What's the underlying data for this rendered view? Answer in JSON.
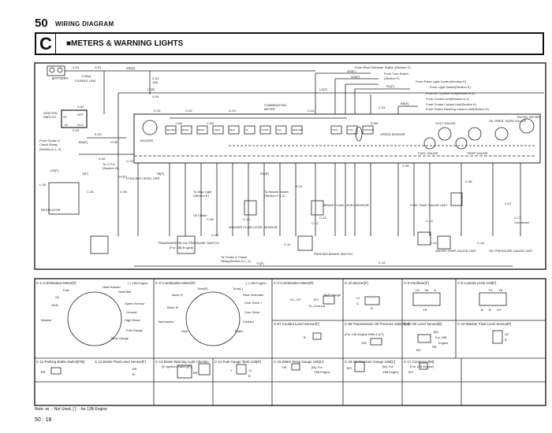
{
  "header": {
    "page_num": "50",
    "title": "WIRING DIAGRAM",
    "section_letter": "C",
    "section_title": "■METERS & WARNING LIGHTS"
  },
  "diagram": {
    "battery": "BATTERY",
    "x01": "X-01",
    "x01b": "X-01",
    "fusible": "1.25sq",
    "fusible2": "FUSIBLE LINK",
    "wr": "WR[F]",
    "x03": "X-03",
    "fuse15": "15A",
    "ly": "LY[F]",
    "x04": "X-04",
    "ignition": "IGNITION",
    "switch": "SWITCH",
    "x02": "X-02",
    "x02b": "X-02",
    "off": "OFF",
    "st": "ST",
    "ig": "IG",
    "acc": "ACC",
    "from_choke": "From Choke &",
    "check_relay": "Check Relay",
    "section_a": "[Section A-1, 2]",
    "k03": "K-03",
    "bw": "BW[F]",
    "gy": "GY[F]",
    "lr": "LR[F]",
    "x06": "X-06",
    "to_cpu": "To C.P.U.",
    "section_h": "(Section H)",
    "gf": "G[F]",
    "gyf": "GY[F]",
    "l06": "L-06",
    "c06": "C-06",
    "regulator": "REGULATOR",
    "c04": "C-04",
    "c01": "C-01",
    "c02": "C-02",
    "c03": "C-03",
    "c52": "C-52",
    "c51": "C-51",
    "combination": "COMBINATION",
    "meter": "METER",
    "buzzer": "BUZZER",
    "w14a": "1.4W",
    "w14b": "1.4W",
    "w34": "3.4W",
    "lamps": [
      "SEAT BELT",
      "BRAKE",
      "BRAKE",
      "CHECK",
      "BEAM",
      "OIL",
      "HAZARD",
      "FUEL",
      "REAR DEF",
      "TURN",
      "TURN",
      "HIGH BEAM"
    ],
    "lg": "LG[F]",
    "gr": "GR[F]",
    "gd": "GO[F]",
    "rl": "RL[F]",
    "br": "BR[F]",
    "from_rear_def": "From Rear Defroster Switch (Section D)",
    "from_turn": "From Turn Switch",
    "section_f": "(Section F)",
    "from_panel": "From Panel Light Control(Section E)",
    "from_light": "From Light Switch(Section E)",
    "from_at": "From A/T Control Unit(Section A-1)",
    "from_control": "From Control Unit(Section A-1)",
    "from_cruise": "From Cruise Control Unit(Section K)",
    "from_power": "From Power Steering Control Unit(Section K)",
    "speed_sensor": "SPEED SENSOR",
    "fuel_gauge": "FUEL GAUGE",
    "volt_gauge": "VOLT GAUGE",
    "temp_gauge": "TEMP GAUGE",
    "oil_gauge": "OIL PRES- SURE GAUGE",
    "tacho": "TACHO- METER",
    "coolant_level": "COOLANT LEVEL UNIT",
    "c05": "C-05",
    "c06b": "C-06",
    "c08": "C-08",
    "c13": "C-13",
    "c09": "C-09",
    "to_stop": "To Stop Light",
    "section_e": "(Section E)",
    "to_hazard": "To Hazard Switch",
    "section_f12": "(Section F-1,2)",
    "oil_choke": "Oil Choke",
    "trans_oil": "TRANSMISSION OIL PRESSURE SWITCH",
    "for13b": "(For 13B Engine)",
    "washer_fluid": "WASHER FLUID LEVEL SENSOR",
    "c10": "C-10",
    "c12": "C-12",
    "brake_fluid": "BRAKE FLUID LEVEL SENSOR",
    "parking": "PARKING BRAKE SWITCH",
    "c11": "C-11",
    "x12": "X-12",
    "x14": "X-14",
    "x05": "X-05",
    "x08": "X-08",
    "fuel_tank": "FUEL TANK GAUGE UNIT",
    "water_temp": "WATER TEMP GAUGE UNIT",
    "oil_unit": "OIL PRESSURE GAUGE UNIT",
    "c14": "C-14",
    "c15": "C-15",
    "c16": "C-16",
    "c17": "C-17",
    "condenser": "Condenser",
    "x07": "X-07",
    "to_choke": "To Choke & Check",
    "relay_section": "Relay(Section A-1, 2)",
    "yl": "YL[F]",
    "yb": "YB[F]",
    "rw": "RW[F]"
  },
  "connectors": [
    {
      "title": "C-1 Combination Meter[F]",
      "note": "( ) 13B Engine",
      "labels": [
        "Fuel",
        "Heat Hazard",
        "Seat Belt",
        "Oil",
        "GEN",
        "Speed Sensor",
        "Ground",
        "Washer",
        "High Beam",
        "Fuel Gauge",
        "Temp Gauge"
      ]
    },
    {
      "title": "C-2 Combination Meter[F]",
      "note": "( ) 13B Engine",
      "labels": [
        "Turn(R)",
        "Turn(L)",
        "Illumi ⊖",
        "Rear Defroster",
        "Over Drive +",
        "Illumi ⊕",
        "Over Drive -",
        "Tachometer",
        "Coolant",
        "Stop",
        "Brake"
      ]
    },
    {
      "title": "C-3 Combination Meter[F]",
      "labels": [
        "IG—GY",
        "B/Y",
        "Oil-P Gauge",
        "B—Ground"
      ]
    },
    {
      "title": "C-4A Buzzer[F]",
      "labels": [
        "LY",
        "G",
        "B"
      ]
    },
    {
      "title": "C-5 Oscillator[F]",
      "labels": [
        "LR",
        "YB",
        "G",
        "YR"
      ]
    },
    {
      "title": "C-6 Coolant Level Unit[F]",
      "labels": [
        "PL",
        "YB",
        "B",
        "B",
        "GY"
      ]
    },
    {
      "title": "C-07 Coolant Level Sensor[F]",
      "labels": [
        "B"
      ]
    },
    {
      "title": "C-08 Transmission Oil Pressure Switch[M]",
      "sub": "(For 13A Engine With 4 A/T)",
      "labels": [
        "GW"
      ]
    },
    {
      "title": "C-09 Oil Level Sensor[E]",
      "labels": [
        "[M]",
        "For 13B",
        "Engine",
        "BG",
        "RB"
      ]
    },
    {
      "title": "C-10 Washer Fluid Level Sensor[F]",
      "labels": [
        "LB",
        "B"
      ]
    },
    {
      "title": "C-11 Parking Brake Switch[F/B]",
      "labels": [
        "BR"
      ]
    },
    {
      "title": "C-12 Brake Fluid Level Sensor[F]",
      "labels": [
        "BR",
        "B"
      ]
    },
    {
      "title": "C-13 Brake Warning Light Checker",
      "sub": "(In Ignition Switch)[F]",
      "labels": [
        "BR"
      ]
    },
    {
      "title": "C-14 Fuel Gauge Tank Unit[R]",
      "labels": [
        "Y",
        "YL",
        "B"
      ]
    },
    {
      "title": "C-15 Water Temp Gauge Unit[C]",
      "labels": [
        "YW",
        "[M]: For",
        "13B Engine"
      ]
    },
    {
      "title": "C-16 Oil Pressure Gauge Unit[C]",
      "labels": [
        "B/Y",
        "[M]: For",
        "13B Engine"
      ]
    },
    {
      "title": "C-17 Condenser[M]",
      "sub": "(For 13B Engine)",
      "labels": [
        "B/Y"
      ]
    }
  ],
  "footer": {
    "note": "Note: ⋈ ···Not Used, [ ] ···for 13B Engine",
    "page": "50 : 18"
  }
}
